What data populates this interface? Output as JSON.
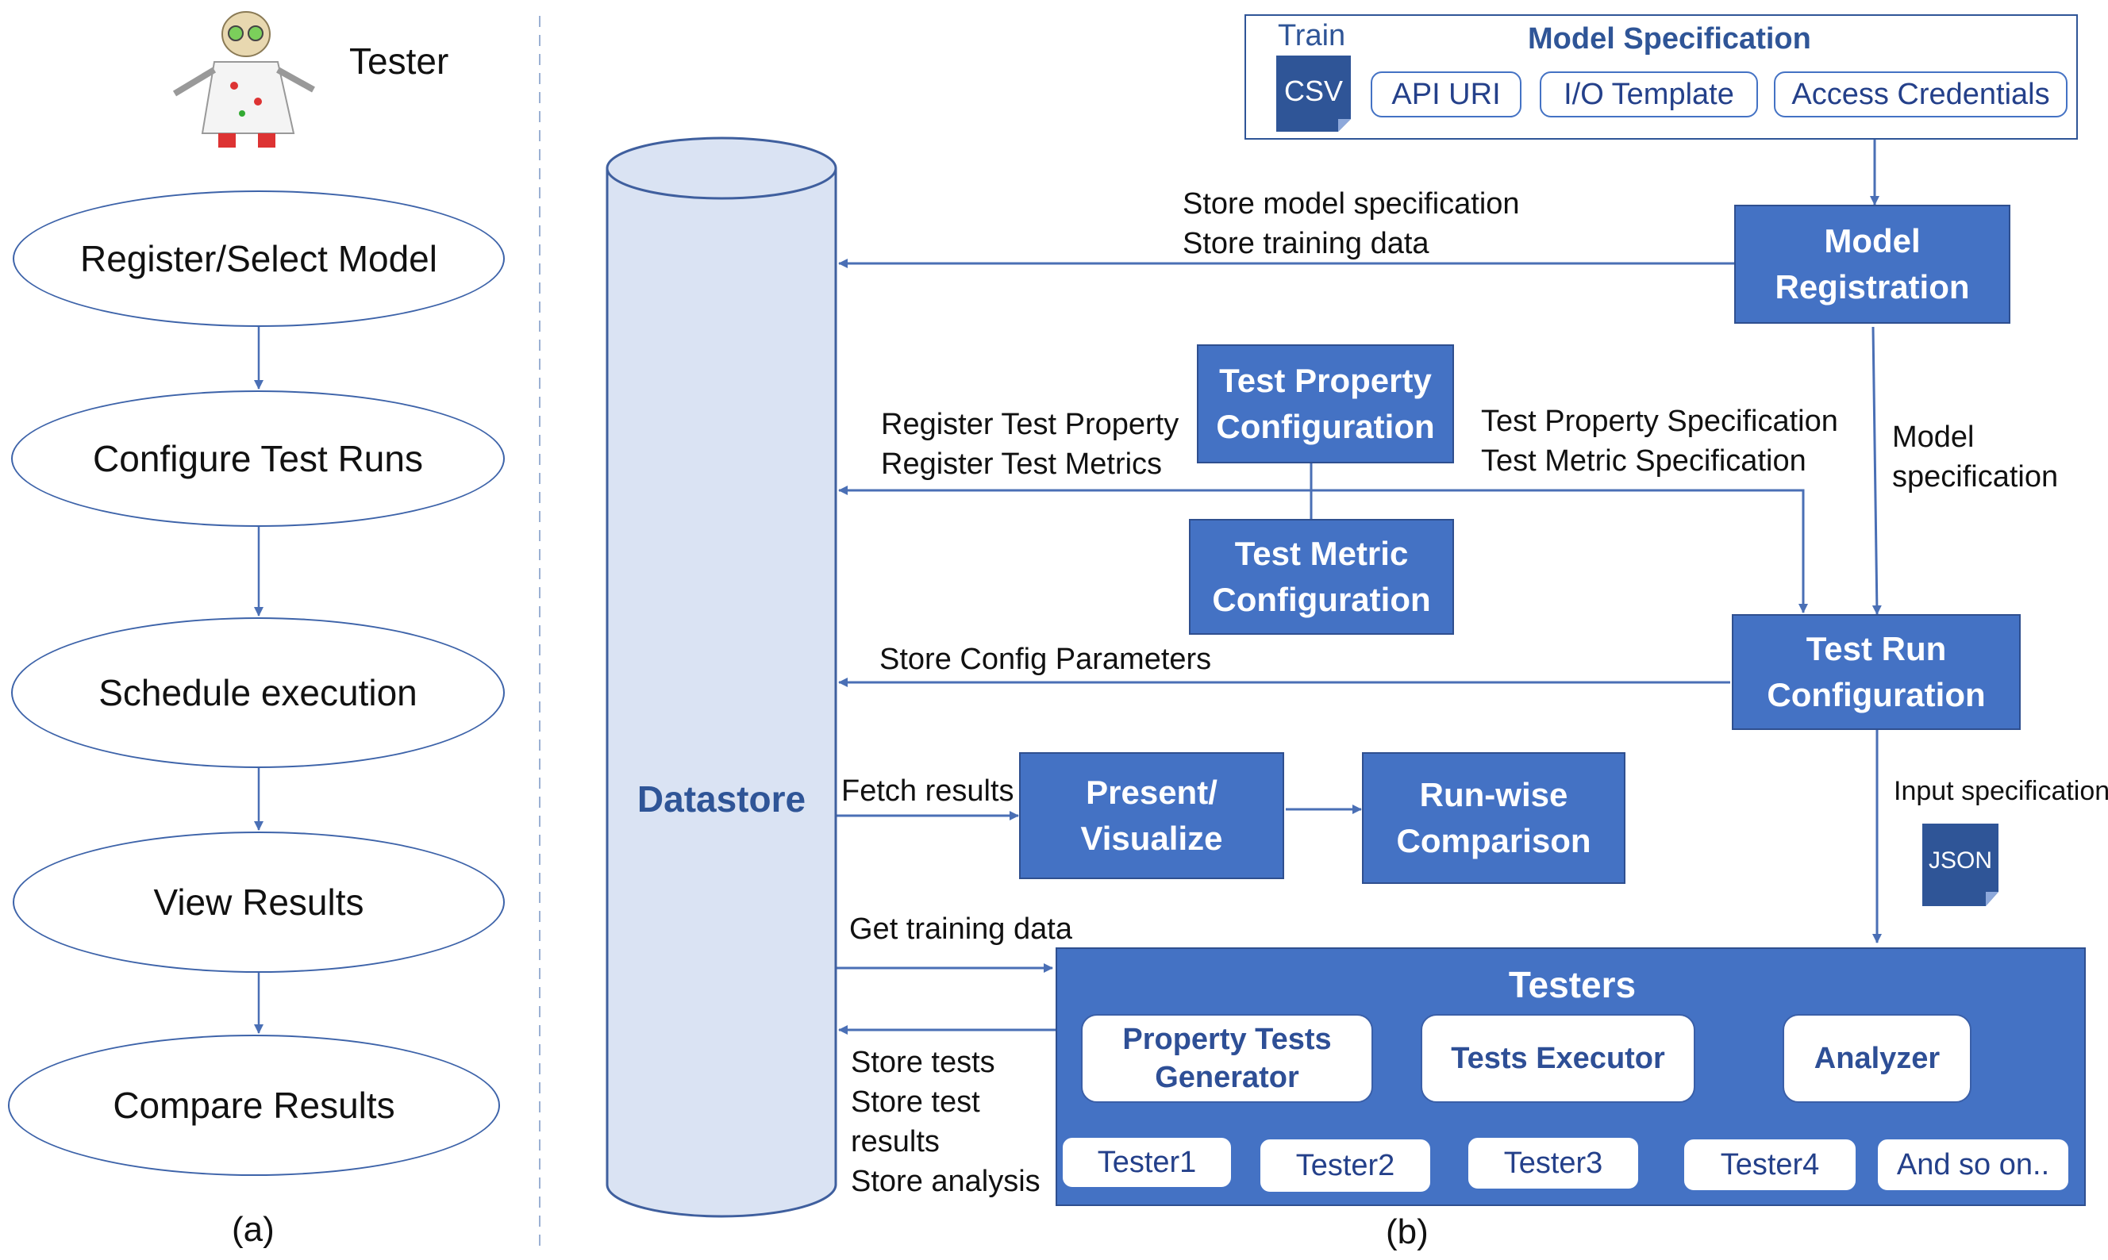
{
  "panel_a": {
    "tester_label": "Tester",
    "steps": [
      "Register/Select Model",
      "Configure Test Runs",
      "Schedule execution",
      "View Results",
      "Compare Results"
    ],
    "caption": "(a)"
  },
  "panel_b": {
    "caption": "(b)",
    "datastore": "Datastore",
    "spec": {
      "title": "Model Specification",
      "train": "Train",
      "csv": "CSV",
      "items": [
        "API URI",
        "I/O Template",
        "Access Credentials"
      ]
    },
    "boxes": {
      "model_registration": [
        "Model",
        "Registration"
      ],
      "test_property_config": [
        "Test Property",
        "Configuration"
      ],
      "test_metric_config": [
        "Test Metric",
        "Configuration"
      ],
      "test_run_config": [
        "Test Run",
        "Configuration"
      ],
      "present_visualize": [
        "Present/",
        "Visualize"
      ],
      "runwise_comparison": [
        "Run-wise",
        "Comparison"
      ]
    },
    "labels": {
      "store_model": [
        "Store model specification",
        "Store training data"
      ],
      "register_test": [
        "Register Test Property",
        "Register Test Metrics"
      ],
      "test_spec": [
        "Test Property Specification",
        "Test Metric Specification"
      ],
      "model_spec": [
        "Model",
        "specification"
      ],
      "store_config": "Store Config Parameters",
      "fetch_results": "Fetch results",
      "input_spec": "Input specification",
      "json": "JSON",
      "get_training": "Get training data",
      "store_tests": [
        "Store tests",
        "Store test",
        "results",
        "Store analysis"
      ]
    },
    "testers": {
      "title": "Testers",
      "components": [
        "Property Tests\nGenerator",
        "Tests Executor",
        "Analyzer"
      ],
      "instances": [
        "Tester1",
        "Tester2",
        "Tester3",
        "Tester4",
        "And so on.."
      ]
    }
  },
  "colors": {
    "box_blue": "#4472c4",
    "dark_blue": "#2f5597",
    "cylinder_fill": "#dae3f3",
    "line": "#4a6fb5"
  }
}
